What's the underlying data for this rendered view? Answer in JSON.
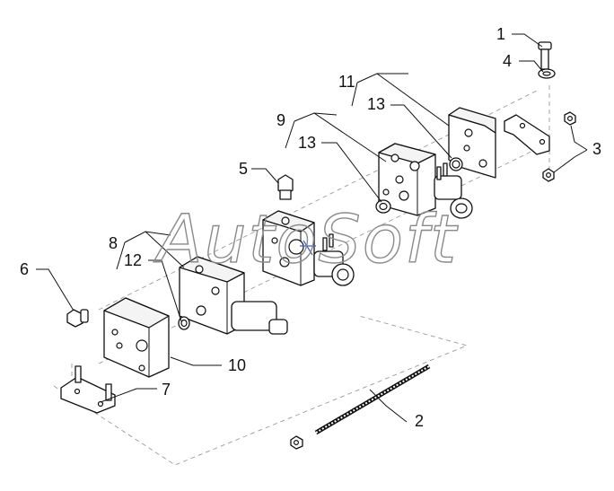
{
  "diagram": {
    "watermark": "AutoSoft",
    "callouts": [
      {
        "id": "c1",
        "label": "1"
      },
      {
        "id": "c2",
        "label": "2"
      },
      {
        "id": "c3",
        "label": "3"
      },
      {
        "id": "c4",
        "label": "4"
      },
      {
        "id": "c5",
        "label": "5"
      },
      {
        "id": "c6",
        "label": "6"
      },
      {
        "id": "c7",
        "label": "7"
      },
      {
        "id": "c8",
        "label": "8"
      },
      {
        "id": "c9",
        "label": "9"
      },
      {
        "id": "c10",
        "label": "10"
      },
      {
        "id": "c11",
        "label": "11"
      },
      {
        "id": "c12",
        "label": "12"
      },
      {
        "id": "c13a",
        "label": "13"
      },
      {
        "id": "c13b",
        "label": "13"
      }
    ]
  }
}
